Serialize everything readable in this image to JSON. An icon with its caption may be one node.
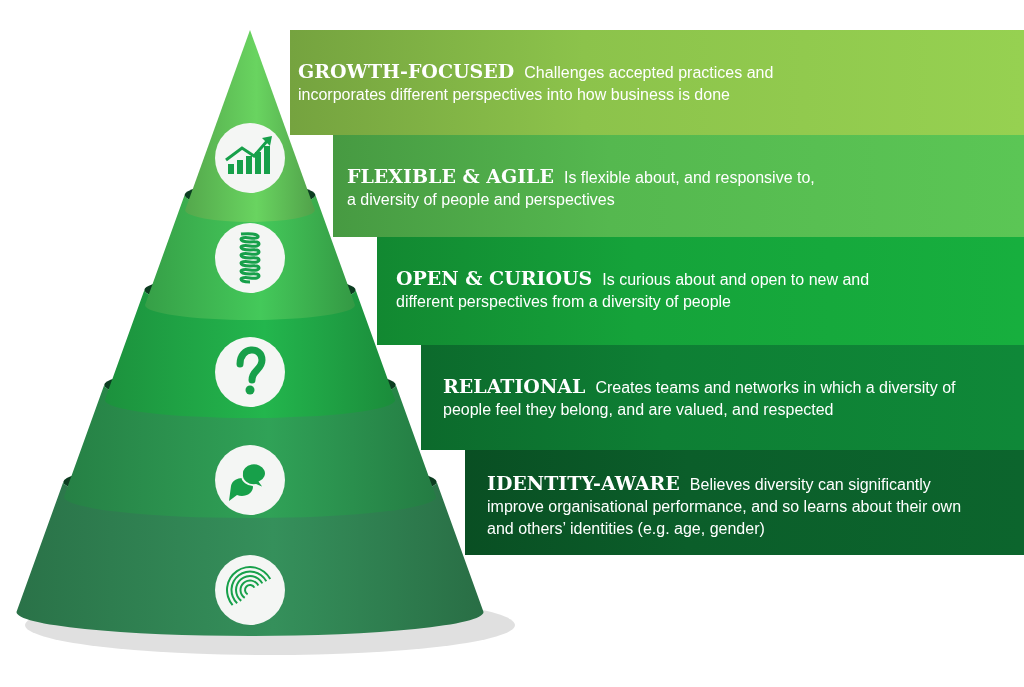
{
  "diagram": {
    "nodes": [
      {
        "text": [
          "GROWTH-FOCUSED",
          "Challenges accepted practices and incorporates different perspectives into how business is done"
        ]
      },
      {
        "text": [
          "FLEXIBLE & AGILE",
          "Is flexible about, and responsive to, a diversity of people and perspectives"
        ]
      },
      {
        "text": [
          "OPEN & CURIOUS",
          "Is curious about and open to new and different perspectives from a diversity of people"
        ]
      },
      {
        "text": [
          "RELATIONAL",
          "Creates teams and networks in which a diversity of people feel they belong, and are valued, and respected"
        ]
      },
      {
        "text": [
          "IDENTITY-AWARE",
          "Believes diversity can significantly improve organisational performance, and so learns about their own and others’ identities (e.g. age, gender)"
        ]
      }
    ]
  }
}
